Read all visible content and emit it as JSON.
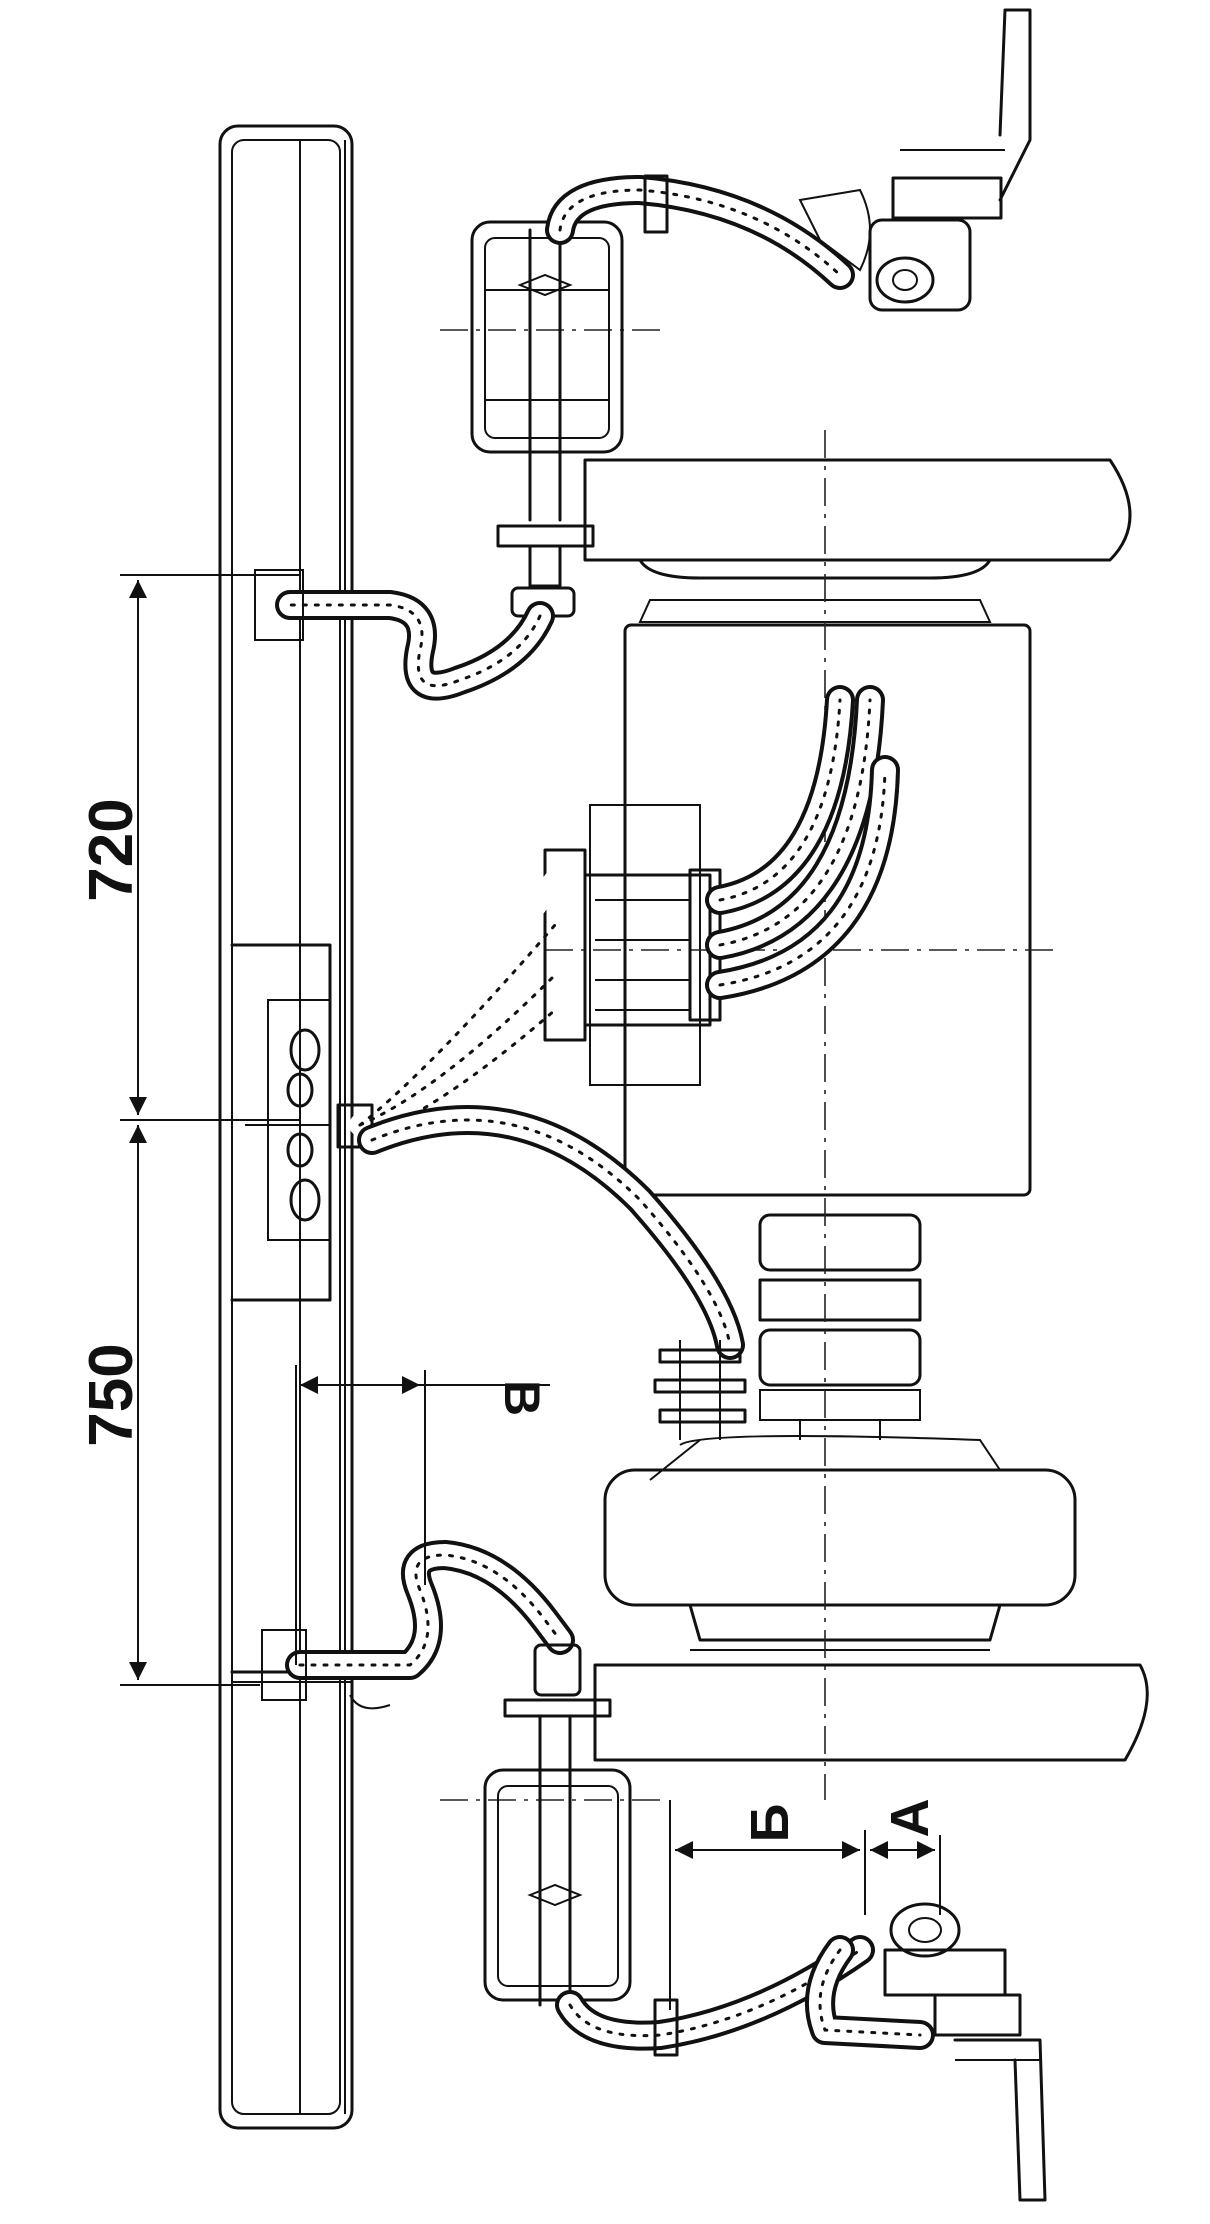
{
  "dimensions": {
    "d720": "720",
    "d750": "750"
  },
  "labels": {
    "A": "А",
    "B": "Б",
    "V": "В"
  }
}
